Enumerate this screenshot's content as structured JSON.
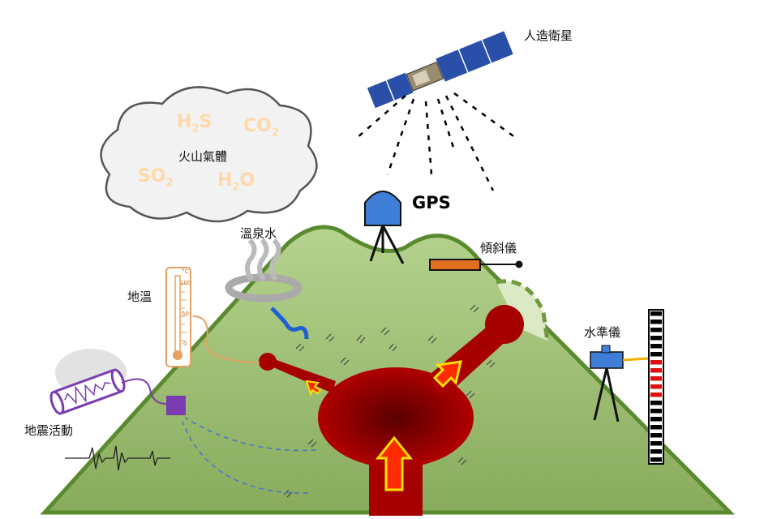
{
  "labels": {
    "satellite": "人造衛星",
    "gps": "GPS",
    "volcanic_gas": "火山氣體",
    "hot_spring": "溫泉水",
    "ground_temp": "地溫",
    "tiltmeter": "傾斜儀",
    "leveling": "水準儀",
    "seismic": "地震活動"
  },
  "gases": [
    {
      "base": "H",
      "sub": "2",
      "tail": "S"
    },
    {
      "base": "CO",
      "sub": "2",
      "tail": ""
    },
    {
      "base": "SO",
      "sub": "2",
      "tail": ""
    },
    {
      "base": "H",
      "sub": "2",
      "tail": "O"
    }
  ],
  "thermometer_ticks": [
    "°C",
    "100",
    "50",
    "0"
  ],
  "colors": {
    "mountain": "#9cbf73",
    "mountain_outline": "#5a8a2e",
    "magma": "#a60000",
    "arrow_fill": "#ff2a00",
    "arrow_outline": "#ffe000",
    "gps_receiver": "#3f7ed6",
    "tiltmeter_body": "#e07020",
    "seismometer": "#7a3cb0",
    "thermometer": "#e8a060"
  }
}
